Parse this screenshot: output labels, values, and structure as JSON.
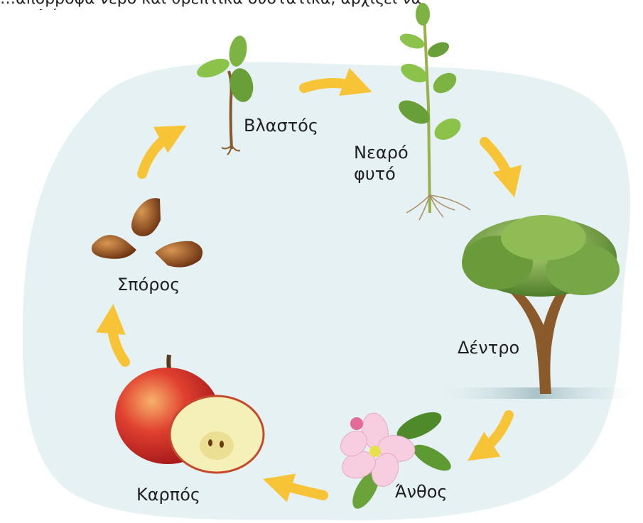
{
  "top_text": "…απορροφά νερό και θρεπτικά συστατικά, αρχίζει να μεγαλώνει.",
  "stages": {
    "sprout": "Βλαστός",
    "young_plant_line1": "Νεαρό",
    "young_plant_line2": "φυτό",
    "tree": "Δέντρο",
    "flower": "Άνθος",
    "fruit": "Καρπός",
    "seeds": "Σπόρος"
  },
  "colors": {
    "background_blob": "#e6f1f4",
    "arrow": "#f8c437",
    "leaf": "#7cb342",
    "trunk": "#8a5a2b",
    "apple_red": "#d9302a",
    "seed": "#8b4513"
  }
}
